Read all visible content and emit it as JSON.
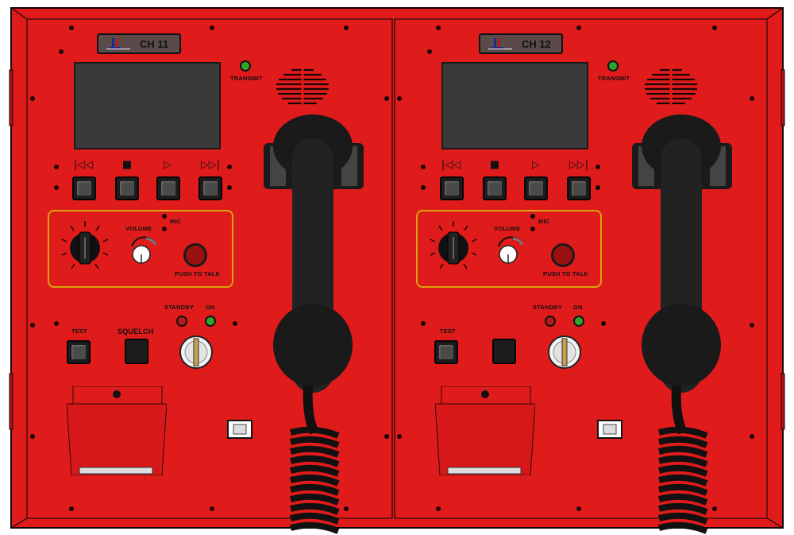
{
  "colors": {
    "panel": "#e01b1b",
    "panel_edge": "#b30f0f",
    "frame_line": "#2a0a0a",
    "control_box_border": "#d9a50c",
    "led_green": "#2fa52f",
    "led_red": "#b71a1a",
    "handset": "#1a1a1a"
  },
  "left_unit": {
    "channel_tag": "CH 11",
    "transmit_label": "TRANSMIT",
    "media_symbols": [
      "|◁◁",
      "■",
      "▷",
      "▷▷|"
    ],
    "volume_label": "VOLUME",
    "mic_label": "MIC",
    "ptt_label": "PUSH TO TALK",
    "standby_label": "STANDBY",
    "on_label": "ON",
    "test_label": "TEST",
    "squelch_label": "SQUELCH",
    "icons": [
      "logo-icon",
      "speaker-grille-icon",
      "handset-icon",
      "rj45-port-icon",
      "key-switch-icon"
    ]
  },
  "right_unit": {
    "channel_tag": "CH 12",
    "transmit_label": "TRANSMIT",
    "media_symbols": [
      "|◁◁",
      "■",
      "▷",
      "▷▷|"
    ],
    "volume_label": "VOLUME",
    "mic_label": "MIC",
    "ptt_label": "PUSH TO TALK",
    "standby_label": "STANDBY",
    "on_label": "ON",
    "test_label": "TEST",
    "icons": [
      "logo-icon",
      "speaker-grille-icon",
      "handset-icon",
      "rj45-port-icon",
      "key-switch-icon"
    ]
  }
}
